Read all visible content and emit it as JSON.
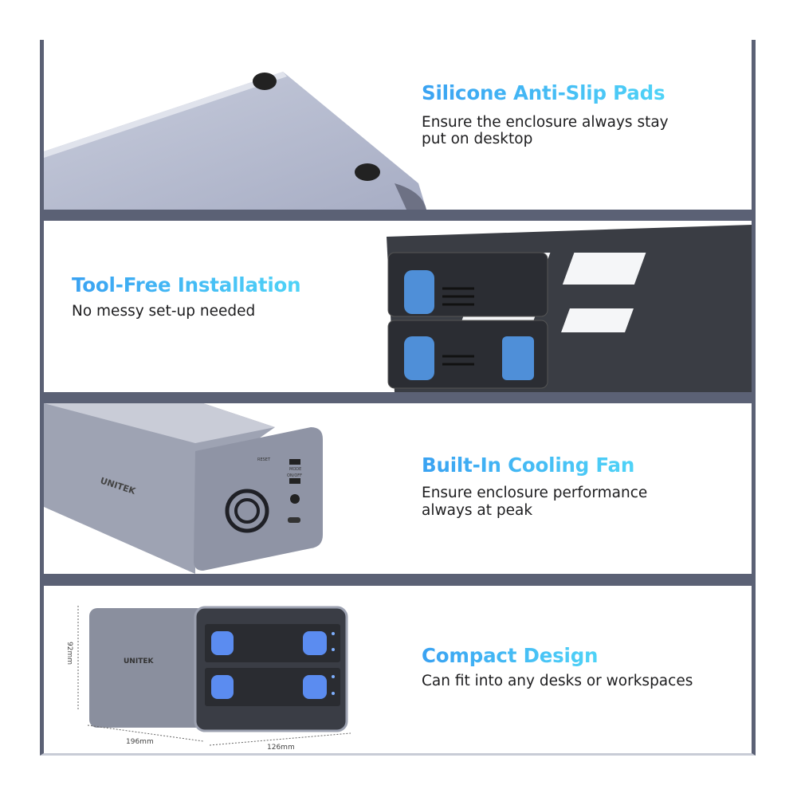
{
  "features": [
    {
      "title": "Silicone Anti-Slip Pads",
      "lines": [
        "Ensure the enclosure always stay",
        "put on desktop"
      ]
    },
    {
      "title": "Tool-Free Installation",
      "lines": [
        "No messy set-up needed"
      ]
    },
    {
      "title": "Built-In Cooling Fan",
      "lines": [
        "Ensure enclosure performance",
        "always at peak"
      ]
    },
    {
      "title": "Compact Design",
      "lines": [
        "Can fit into any desks or workspaces"
      ]
    }
  ],
  "product": {
    "brand": "UNITEK",
    "rear_labels": {
      "reset": "RESET",
      "mode": "MODE",
      "power": "ON/OFF"
    },
    "dimensions": {
      "height": "92mm",
      "depth": "196mm",
      "width": "126mm"
    }
  },
  "colors": {
    "accent_start": "#3aa2f2",
    "accent_end": "#4fd3f7",
    "divider": "#5b6175",
    "led": "#4a7dff"
  }
}
